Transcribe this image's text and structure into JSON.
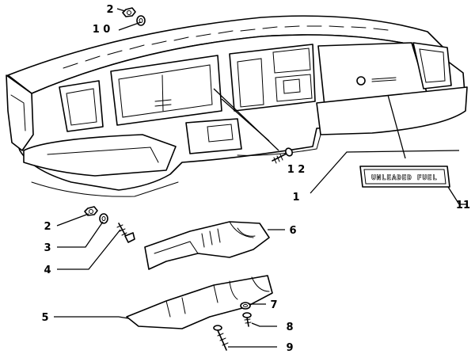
{
  "callouts": [
    {
      "id": "2a",
      "label": "2"
    },
    {
      "id": "10",
      "label": "1 0"
    },
    {
      "id": "12",
      "label": "1 2"
    },
    {
      "id": "1",
      "label": "1"
    },
    {
      "id": "11",
      "label": "11"
    },
    {
      "id": "2b",
      "label": "2"
    },
    {
      "id": "3",
      "label": "3"
    },
    {
      "id": "4",
      "label": "4"
    },
    {
      "id": "6",
      "label": "6"
    },
    {
      "id": "5",
      "label": "5"
    },
    {
      "id": "7",
      "label": "7"
    },
    {
      "id": "8",
      "label": "8"
    },
    {
      "id": "9",
      "label": "9"
    }
  ],
  "badge": {
    "text": "UNLEADED FUEL"
  }
}
